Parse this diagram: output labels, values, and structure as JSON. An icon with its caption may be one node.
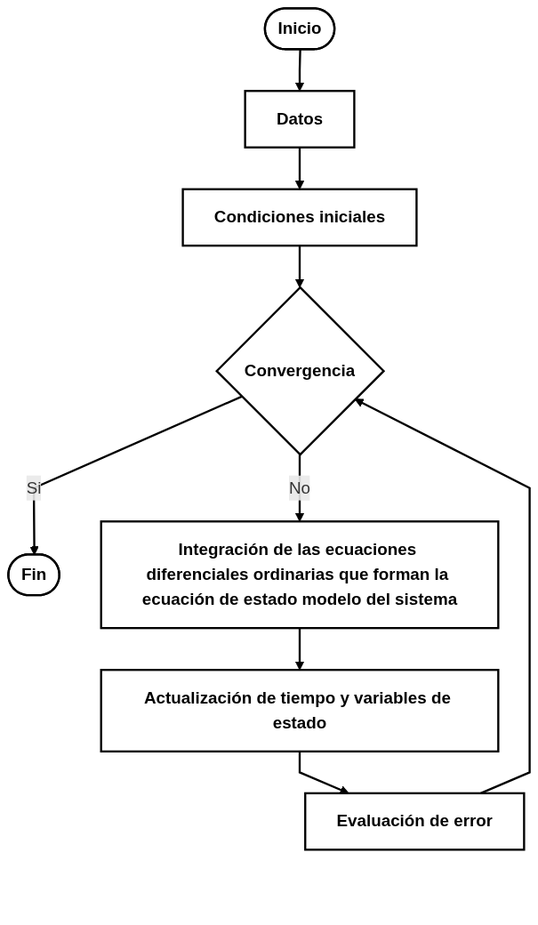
{
  "diagram": {
    "nodes": [
      {
        "text": [
          "Inicio"
        ]
      },
      {
        "text": [
          "Datos"
        ]
      },
      {
        "text": [
          "Condiciones iniciales"
        ]
      },
      {
        "text": [
          "Convergencia"
        ]
      },
      {
        "text": [
          "Fin"
        ]
      },
      {
        "text": [
          "Integración de las ecuaciones diferenciales ordinarias que forman la ecuación de estado modelo del sistema"
        ]
      },
      {
        "text": [
          "Actualización de tiempo y variables de estado"
        ]
      },
      {
        "text": [
          "Evaluación de error"
        ]
      }
    ],
    "edges": [
      {
        "from": 0,
        "to": 1,
        "arrow": "to"
      },
      {
        "from": 1,
        "to": 2,
        "arrow": "to"
      },
      {
        "from": 2,
        "to": 3,
        "arrow": "to"
      },
      {
        "from": 3,
        "to": 4,
        "arrow": "to",
        "label": "Si"
      },
      {
        "from": 3,
        "to": 5,
        "arrow": "to",
        "label": "No"
      },
      {
        "from": 5,
        "to": 6,
        "arrow": "to"
      },
      {
        "from": 6,
        "to": 7,
        "arrow": "to"
      },
      {
        "from": 7,
        "to": 3,
        "arrow": "to"
      }
    ]
  }
}
